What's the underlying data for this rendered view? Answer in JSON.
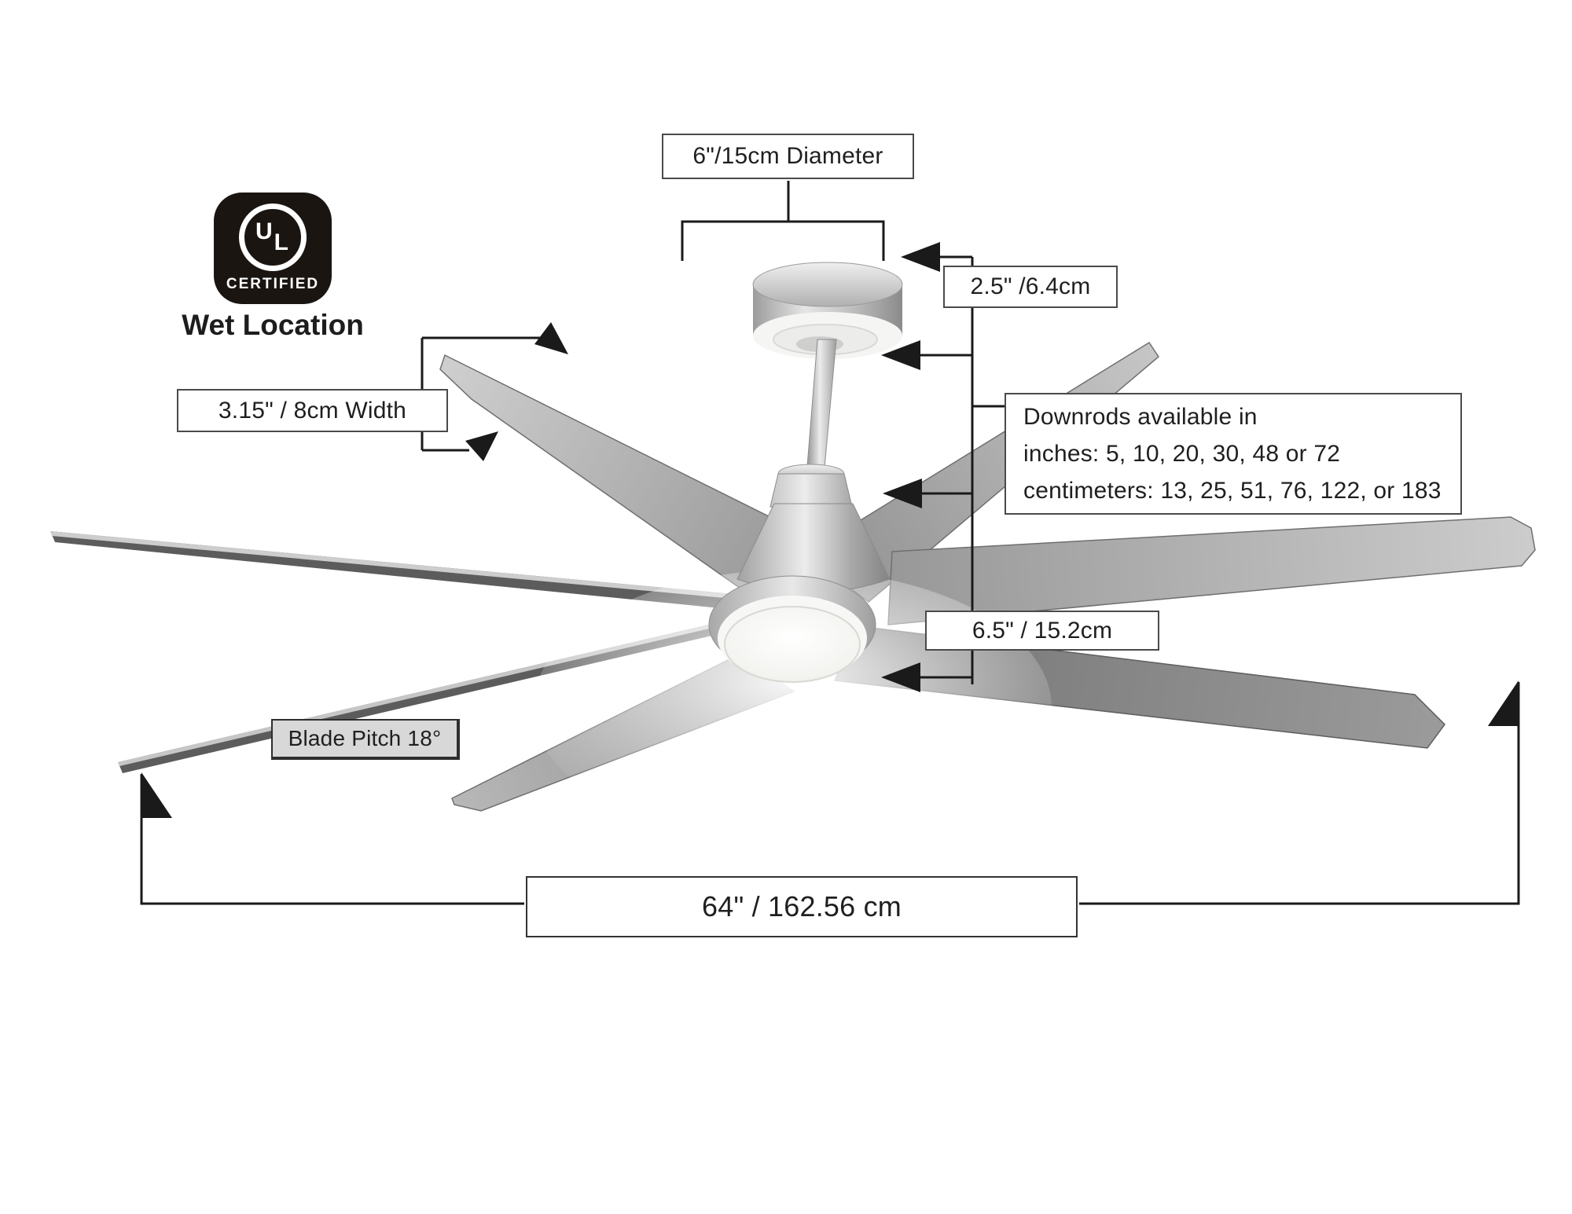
{
  "badge": {
    "logo": "UL",
    "logo_u": "U",
    "logo_l": "L",
    "certified": "CERTIFIED",
    "rating": "Wet Location"
  },
  "labels": {
    "diameter": "6\"/15cm Diameter",
    "canopy_height": "2.5\" /6.4cm",
    "downrods": {
      "line1": "Downrods available in",
      "line2": "inches: 5, 10, 20, 30, 48 or 72",
      "line3": "centimeters: 13, 25, 51, 76, 122, or 183"
    },
    "blade_width": "3.15\" / 8cm Width",
    "hub_height": "6.5\" / 15.2cm",
    "blade_pitch": "Blade Pitch 18°",
    "blade_span": "64\" / 162.56 cm"
  },
  "colors": {
    "dimension_line": "#1a1a1a",
    "label_border": "#4a4a4a",
    "label_bg": "#ffffff",
    "pitch_label_bg": "#d8d8d8",
    "badge_bg": "#1a1511",
    "page_bg": "#ffffff"
  }
}
